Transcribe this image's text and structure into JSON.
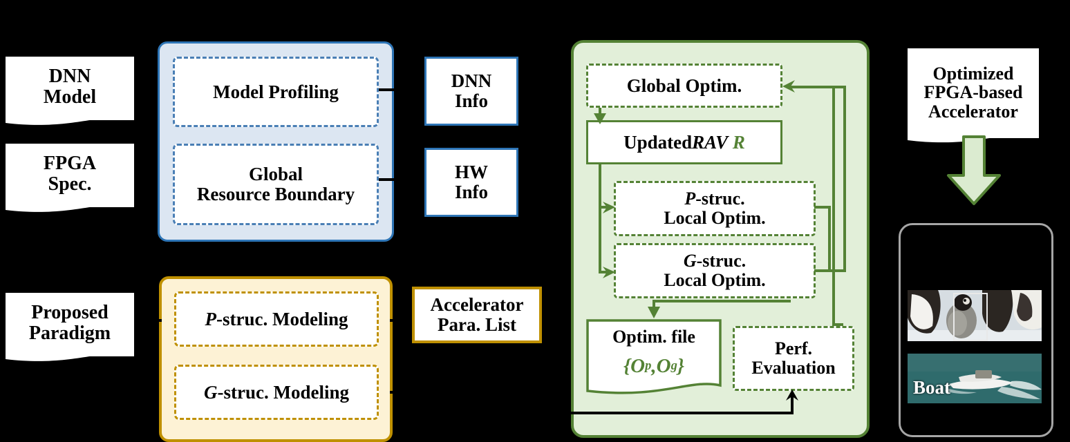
{
  "diagram": {
    "title": "DNN FPGA accelerator optimization paradigm flow",
    "colors": {
      "blue_fill": "#dce6f2",
      "blue_border": "#2e75b6",
      "gold_fill": "#fdf2d5",
      "gold_border": "#bf9000",
      "green_fill": "#e2efd9",
      "green_border": "#548235",
      "gray_border": "#a6a6a6",
      "background": "#000000",
      "text": "#000000"
    }
  },
  "inputs": [
    {
      "id": "dnn-model",
      "label": "DNN\nModel"
    },
    {
      "id": "fpga-spec",
      "label": "FPGA\nSpec."
    },
    {
      "id": "proposed-paradigm",
      "label": "Proposed\nParadigm"
    }
  ],
  "blue_stage": {
    "items": [
      {
        "id": "model-profiling",
        "label": "Model  Profiling"
      },
      {
        "id": "global-resource-boundary",
        "label": "Global\nResource Boundary"
      }
    ]
  },
  "info_boxes": [
    {
      "id": "dnn-info",
      "label": "DNN\nInfo"
    },
    {
      "id": "hw-info",
      "label": "HW\nInfo"
    }
  ],
  "gold_stage": {
    "items": [
      {
        "id": "p-struc-modeling",
        "prefix": "P",
        "rest": "-struc. Modeling"
      },
      {
        "id": "g-struc-modeling",
        "prefix": "G",
        "rest": "-struc. Modeling"
      }
    ]
  },
  "accelerator_para_list": {
    "id": "accelerator-para-list",
    "label": "Accelerator\nPara. List"
  },
  "green_stage": {
    "global_optim": {
      "id": "global-optim",
      "label": "Global  Optim."
    },
    "updated_rav": {
      "id": "updated-rav",
      "prefix": "Updated ",
      "italic": "RAV",
      "symbol": "R"
    },
    "p_local": {
      "id": "p-struc-local-optim",
      "prefix": "P",
      "rest": "-struc.",
      "line2": "Local Optim."
    },
    "g_local": {
      "id": "g-struc-local-optim",
      "prefix": "G",
      "rest": "-struc.",
      "line2": "Local Optim."
    },
    "optim_file": {
      "id": "optim-file",
      "line1": "Optim. file",
      "open": "{",
      "o1": "O",
      "s1": "p",
      "comma": ", ",
      "o2": "O",
      "s2": "g",
      "close": "}"
    },
    "perf_eval": {
      "id": "perf-evaluation",
      "label": "Perf.\nEvaluation"
    }
  },
  "output": {
    "label": "Optimized\nFPGA-based\nAccelerator",
    "arrow_name": "down-block-arrow"
  },
  "results": {
    "images": [
      {
        "id": "penguin-detection",
        "caption": "",
        "has_bbox": true
      },
      {
        "id": "boat-classification",
        "caption": "Boat",
        "has_bbox": false
      }
    ]
  }
}
